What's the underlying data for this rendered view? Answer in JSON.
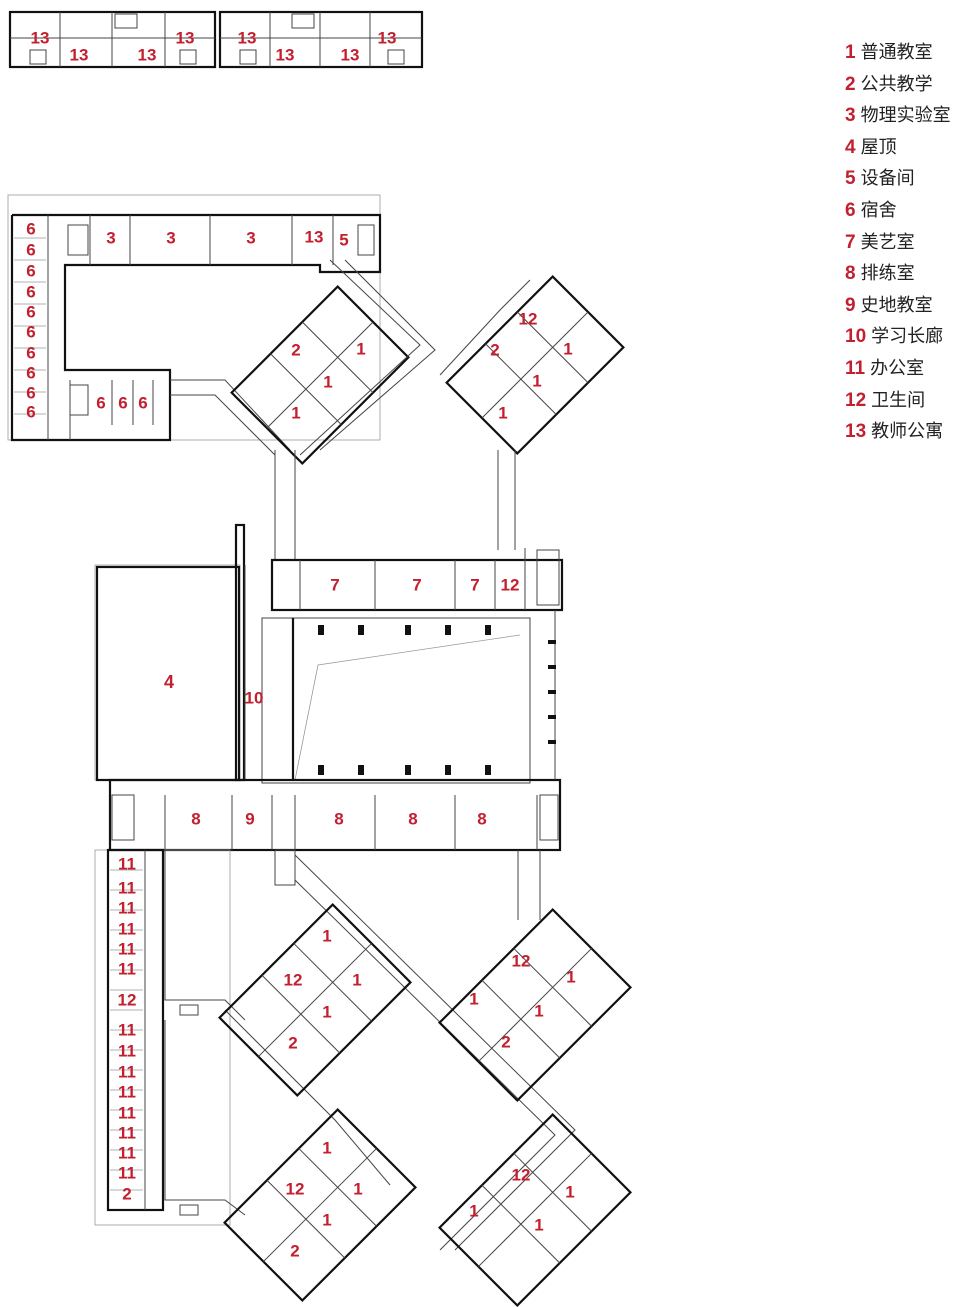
{
  "legend": [
    {
      "num": "1",
      "name": "普通教室"
    },
    {
      "num": "2",
      "name": "公共教学"
    },
    {
      "num": "3",
      "name": "物理实验室"
    },
    {
      "num": "4",
      "name": "屋顶"
    },
    {
      "num": "5",
      "name": "设备间"
    },
    {
      "num": "6",
      "name": "宿舍"
    },
    {
      "num": "7",
      "name": "美艺室"
    },
    {
      "num": "8",
      "name": "排练室"
    },
    {
      "num": "9",
      "name": "史地教室"
    },
    {
      "num": "10",
      "name": "学习长廊"
    },
    {
      "num": "11",
      "name": "办公室"
    },
    {
      "num": "12",
      "name": "卫生间"
    },
    {
      "num": "13",
      "name": "教师公寓"
    }
  ],
  "room_labels": [
    "13",
    "13",
    "13",
    "13",
    "13",
    "13",
    "13",
    "13",
    "3",
    "3",
    "3",
    "13",
    "5",
    "6",
    "6",
    "6",
    "6",
    "6",
    "6",
    "6",
    "6",
    "6",
    "6",
    "6",
    "6",
    "6",
    "2",
    "1",
    "1",
    "1",
    "2",
    "12",
    "1",
    "1",
    "1",
    "7",
    "7",
    "7",
    "12",
    "4",
    "10",
    "8",
    "9",
    "8",
    "8",
    "8",
    "11",
    "11",
    "11",
    "11",
    "11",
    "11",
    "12",
    "11",
    "11",
    "11",
    "11",
    "11",
    "11",
    "11",
    "11",
    "2",
    "12",
    "1",
    "1",
    "1",
    "2",
    "12",
    "1",
    "1",
    "1",
    "2",
    "12",
    "1",
    "1",
    "1",
    "2",
    "12",
    "1",
    "1",
    "1"
  ]
}
